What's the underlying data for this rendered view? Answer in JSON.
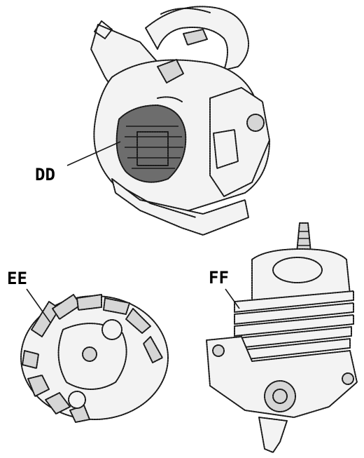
{
  "figure": {
    "labels": {
      "blower": "DD",
      "flywheel": "EE",
      "cylinder": "FF"
    },
    "bottom_fragment": "",
    "colors": {
      "ink": "#1a1a1a",
      "paper": "#ffffff"
    }
  }
}
